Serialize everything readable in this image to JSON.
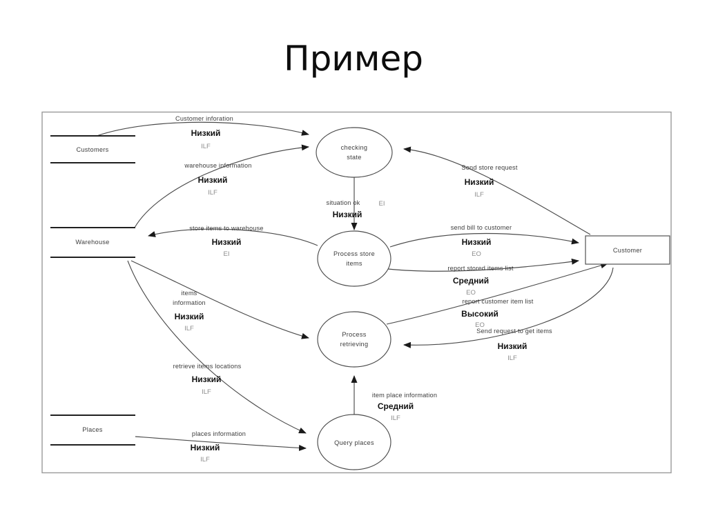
{
  "slide": {
    "title": "Пример",
    "background_color": "#ffffff",
    "frame_color": "#9a9a9a"
  },
  "diagram": {
    "type": "data-flow-diagram",
    "external_entities": [
      {
        "id": "customer",
        "label": "Customer",
        "shape": "rectangle"
      }
    ],
    "data_stores": [
      {
        "id": "customers",
        "label": "Customers",
        "shape": "open-box"
      },
      {
        "id": "warehouse",
        "label": "Warehouse",
        "shape": "open-box"
      },
      {
        "id": "places",
        "label": "Places",
        "shape": "open-box"
      }
    ],
    "processes": [
      {
        "id": "checking-state",
        "label_line1": "checking",
        "label_line2": "state"
      },
      {
        "id": "process-store-items",
        "label_line1": "Process store",
        "label_line2": "items"
      },
      {
        "id": "process-retrieving",
        "label_line1": "Process",
        "label_line2": "retrieving"
      },
      {
        "id": "query-places",
        "label_line1": "Query places",
        "label_line2": ""
      }
    ],
    "flows": [
      {
        "id": "customer-inforation",
        "name": "Customer inforation",
        "level": "Низкий",
        "ftype": "ILF",
        "from": "customers",
        "to": "checking-state"
      },
      {
        "id": "warehouse-information",
        "name": "warehouse information",
        "level": "Низкий",
        "ftype": "ILF",
        "from": "warehouse",
        "to": "checking-state"
      },
      {
        "id": "send-store-request",
        "name": "Send store request",
        "level": "Низкий",
        "ftype": "ILF",
        "from": "customer",
        "to": "checking-state"
      },
      {
        "id": "situation-ok",
        "name": "situation ok",
        "level": "Низкий",
        "ftype": "EI",
        "from": "checking-state",
        "to": "process-store-items"
      },
      {
        "id": "store-items-to-warehouse",
        "name": "store items to warehouse",
        "level": "Низкий",
        "ftype": "EI",
        "from": "process-store-items",
        "to": "warehouse"
      },
      {
        "id": "send-bill-to-customer",
        "name": "send bill to customer",
        "level": "Низкий",
        "ftype": "EO",
        "from": "process-store-items",
        "to": "customer"
      },
      {
        "id": "report-stored-items-list",
        "name": "report stored items list",
        "level": "Средний",
        "ftype": "EO",
        "from": "process-store-items",
        "to": "customer"
      },
      {
        "id": "items-information",
        "name_line1": "items",
        "name_line2": "information",
        "level": "Низкий",
        "ftype": "ILF",
        "from": "warehouse",
        "to": "process-retrieving"
      },
      {
        "id": "report-customer-item-list",
        "name": "report customer item list",
        "level": "Высокий",
        "ftype": "EO",
        "from": "process-retrieving",
        "to": "customer"
      },
      {
        "id": "send-request-to-get-items",
        "name": "Send request to get items",
        "level": "Низкий",
        "ftype": "ILF",
        "from": "customer",
        "to": "process-retrieving"
      },
      {
        "id": "retrieve-items-locations",
        "name": "retrieve items locations",
        "level": "Низкий",
        "ftype": "ILF",
        "from": "warehouse",
        "to": "query-places"
      },
      {
        "id": "item-place-information",
        "name": "item place information",
        "level": "Средний",
        "ftype": "ILF",
        "from": "query-places",
        "to": "process-retrieving"
      },
      {
        "id": "places-information",
        "name": "places information",
        "level": "Низкий",
        "ftype": "ILF",
        "from": "places",
        "to": "query-places"
      }
    ]
  }
}
